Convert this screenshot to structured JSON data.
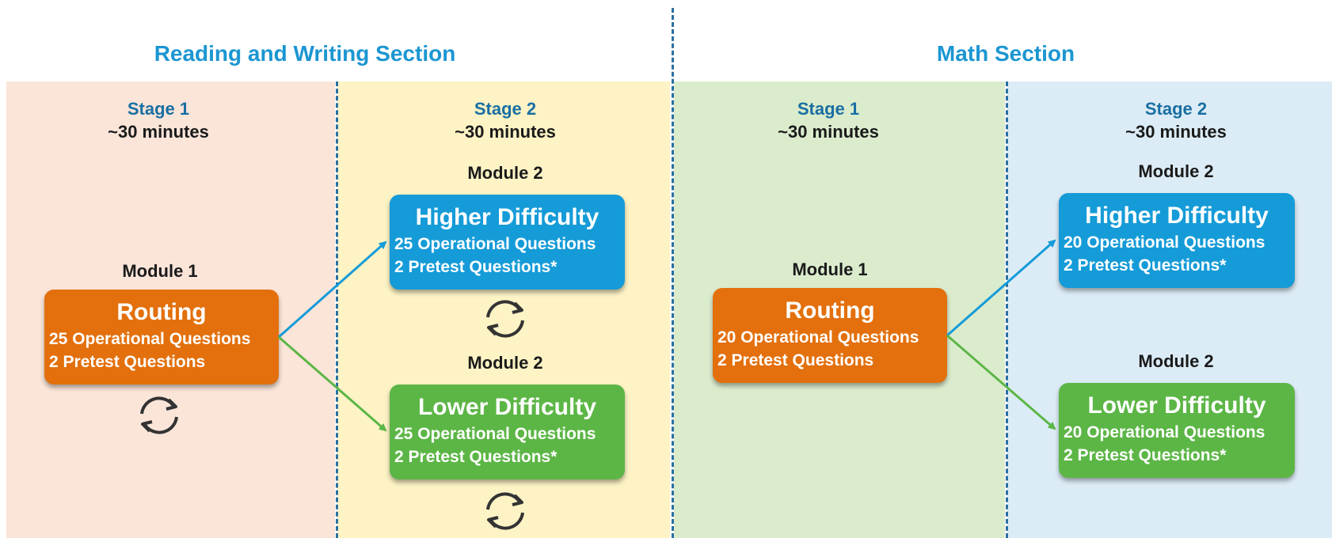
{
  "colors": {
    "blue_text": "#1b96d2",
    "stage_text": "#1a6fa3",
    "divider": "#2a6fa0",
    "rw_stage1_bg": "#fbe5d9",
    "rw_stage2_bg": "#fdf3c5",
    "math_stage1_bg": "#dbeccd",
    "math_stage2_bg": "#dcecf6",
    "routing_box": "#e3700c",
    "higher_box": "#159bd8",
    "lower_box": "#5cb646",
    "arrow_blue": "#159bd8",
    "arrow_green": "#5cb646",
    "cycle_icon": "#333333"
  },
  "reading_writing": {
    "title": "Reading and Writing Section",
    "stage1": {
      "label": "Stage 1",
      "time": "~30 minutes",
      "module_label": "Module 1",
      "box": {
        "title": "Routing",
        "line1": "25 Operational Questions",
        "line2": "2 Pretest Questions"
      },
      "icon": "cycle-arrows-icon"
    },
    "stage2": {
      "label": "Stage 2",
      "time": "~30 minutes",
      "higher": {
        "module_label": "Module 2",
        "title": "Higher Difficulty",
        "line1": "25 Operational Questions",
        "line2": "2 Pretest Questions*",
        "icon": "cycle-arrows-icon"
      },
      "lower": {
        "module_label": "Module 2",
        "title": "Lower Difficulty",
        "line1": "25 Operational Questions",
        "line2": "2 Pretest Questions*",
        "icon": "cycle-arrows-icon"
      }
    }
  },
  "math": {
    "title": "Math Section",
    "stage1": {
      "label": "Stage 1",
      "time": "~30 minutes",
      "module_label": "Module 1",
      "box": {
        "title": "Routing",
        "line1": "20 Operational Questions",
        "line2": "2 Pretest Questions"
      }
    },
    "stage2": {
      "label": "Stage 2",
      "time": "~30 minutes",
      "higher": {
        "module_label": "Module 2",
        "title": "Higher Difficulty",
        "line1": "20 Operational Questions",
        "line2": "2 Pretest Questions*"
      },
      "lower": {
        "module_label": "Module 2",
        "title": "Lower Difficulty",
        "line1": "20 Operational Questions",
        "line2": "2 Pretest Questions*"
      }
    }
  }
}
